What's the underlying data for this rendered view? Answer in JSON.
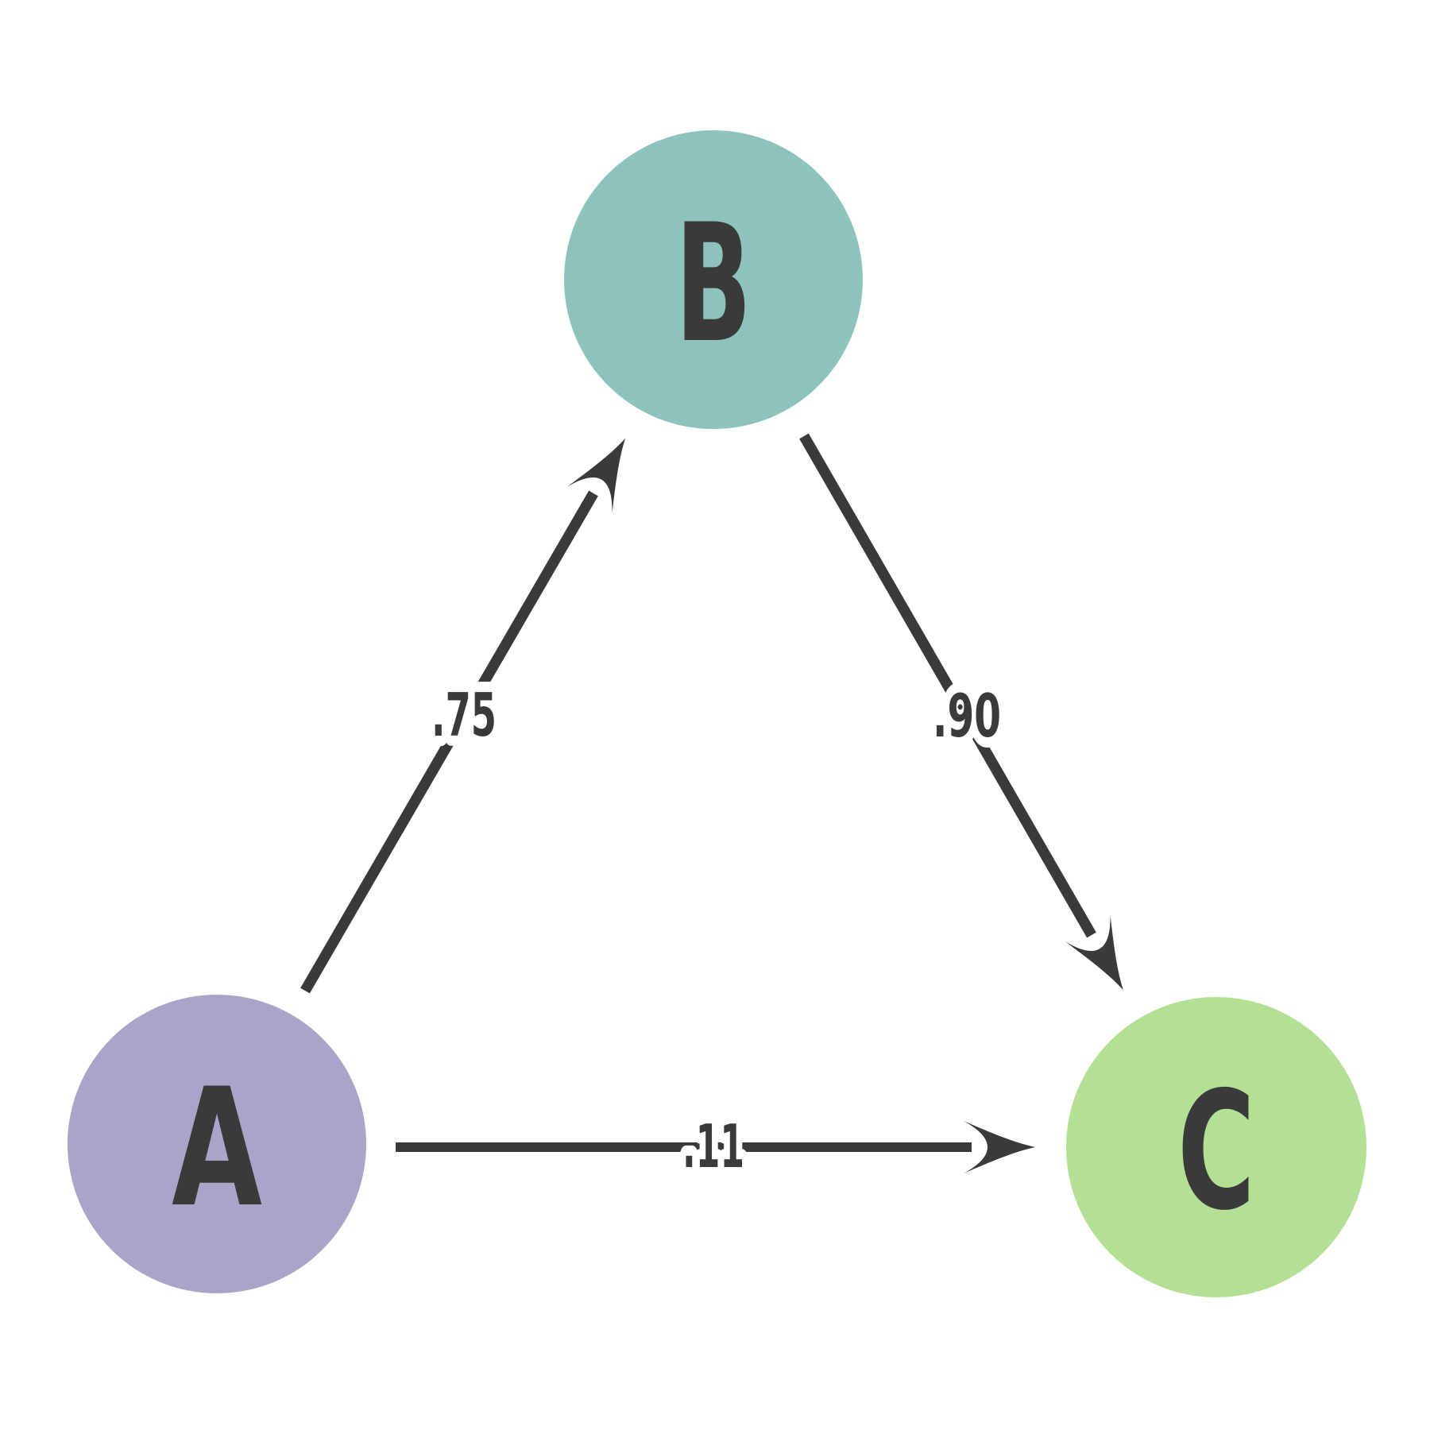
{
  "diagram": {
    "type": "directed-graph",
    "colors": {
      "background": "#ffffff",
      "ink": "#3a3a3a",
      "node_a_fill": "#a8a5c9",
      "node_b_fill": "#8dc3bb",
      "node_c_fill": "#b4e096"
    },
    "nodes": [
      {
        "id": "A",
        "label": "A",
        "fill": "#a8a5c9"
      },
      {
        "id": "B",
        "label": "B",
        "fill": "#8dc3bb"
      },
      {
        "id": "C",
        "label": "C",
        "fill": "#b4e096"
      }
    ],
    "edges": [
      {
        "from": "A",
        "to": "B",
        "weight": ".75"
      },
      {
        "from": "B",
        "to": "C",
        "weight": ".90"
      },
      {
        "from": "A",
        "to": "C",
        "weight": ".11"
      }
    ]
  }
}
